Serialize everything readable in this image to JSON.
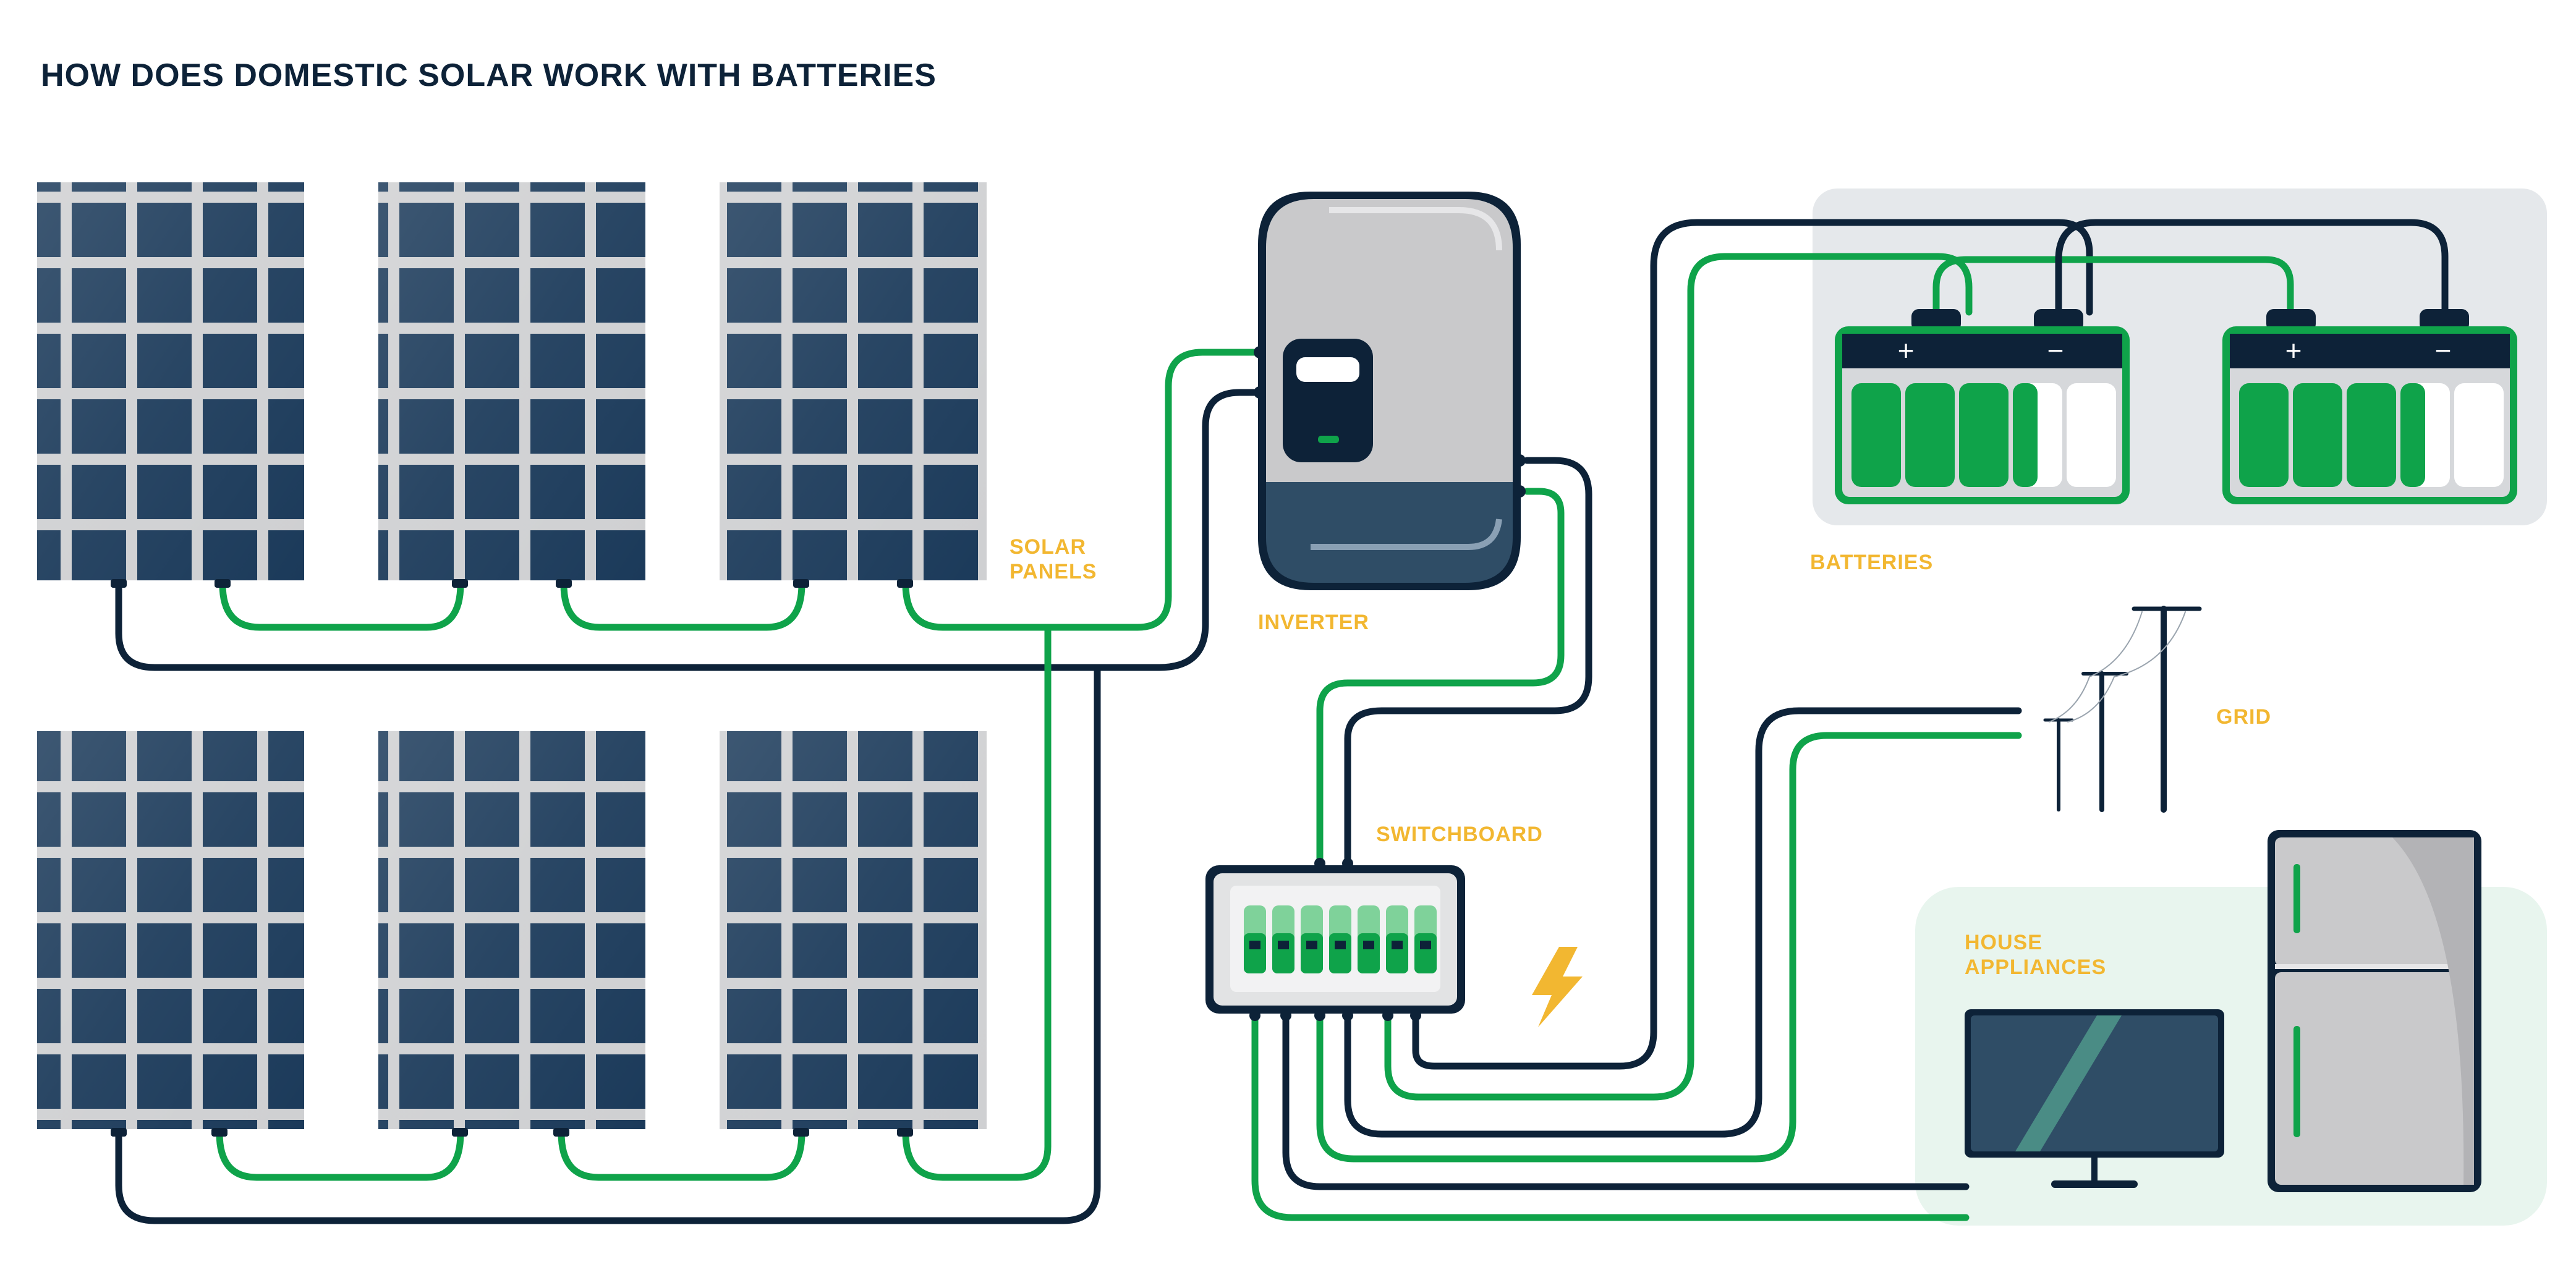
{
  "title": "HOW DOES DOMESTIC SOLAR WORK WITH BATTERIES",
  "labels": {
    "solar_panels_line1": "SOLAR",
    "solar_panels_line2": "PANELS",
    "inverter": "INVERTER",
    "batteries": "BATTERIES",
    "grid": "GRID",
    "switchboard": "SWITCHBOARD",
    "house_appliances_line1": "HOUSE",
    "house_appliances_line2": "APPLIANCES"
  },
  "battery_terminals": {
    "positive": "+",
    "negative": "−"
  },
  "colors": {
    "navy": "#0d2238",
    "green": "#0fa34a",
    "label_gold": "#f2b731",
    "panel_frame": "#cfd0d2",
    "panel_cell": "#1b3a5a",
    "battery_zone": "#e5e8eb",
    "appliance_zone": "#e8f5ee"
  },
  "icons": [
    "lightning-bolt-icon",
    "power-pole-icon",
    "television-icon",
    "refrigerator-icon"
  ]
}
